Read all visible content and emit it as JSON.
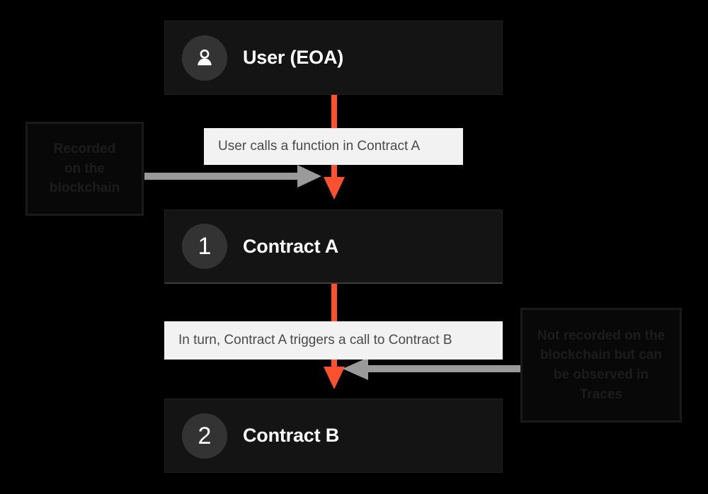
{
  "diagram": {
    "title": "Smart contract call flow",
    "background_color": "#000000",
    "accent_color": "#fa5130",
    "node_fill_color": "#141414",
    "label_fill_color": "#f2f2f2",
    "grey_arrow_color": "#9a9a9a"
  },
  "nodes": [
    {
      "badge": "user-icon",
      "badge_kind": "icon",
      "title": "User (EOA)"
    },
    {
      "badge": "1",
      "badge_kind": "number",
      "title": "Contract A"
    },
    {
      "badge": "2",
      "badge_kind": "number",
      "title": "Contract B"
    }
  ],
  "edges": [
    {
      "label": "User calls a function in Contract A",
      "from": "User (EOA)",
      "to": "Contract A"
    },
    {
      "label": "In turn, Contract A triggers a call to Contract B",
      "from": "Contract A",
      "to": "Contract B"
    }
  ],
  "annotations": [
    {
      "id": "recorded-on-chain",
      "lines": [
        "Recorded",
        "on the",
        "blockchain"
      ],
      "points_to": "edge-1",
      "direction": "right"
    },
    {
      "id": "not-recorded-on-chain",
      "lines": [
        "Not recorded on the",
        "blockchain but can",
        "be observed in",
        "Traces"
      ],
      "points_to": "edge-2",
      "direction": "left"
    }
  ]
}
